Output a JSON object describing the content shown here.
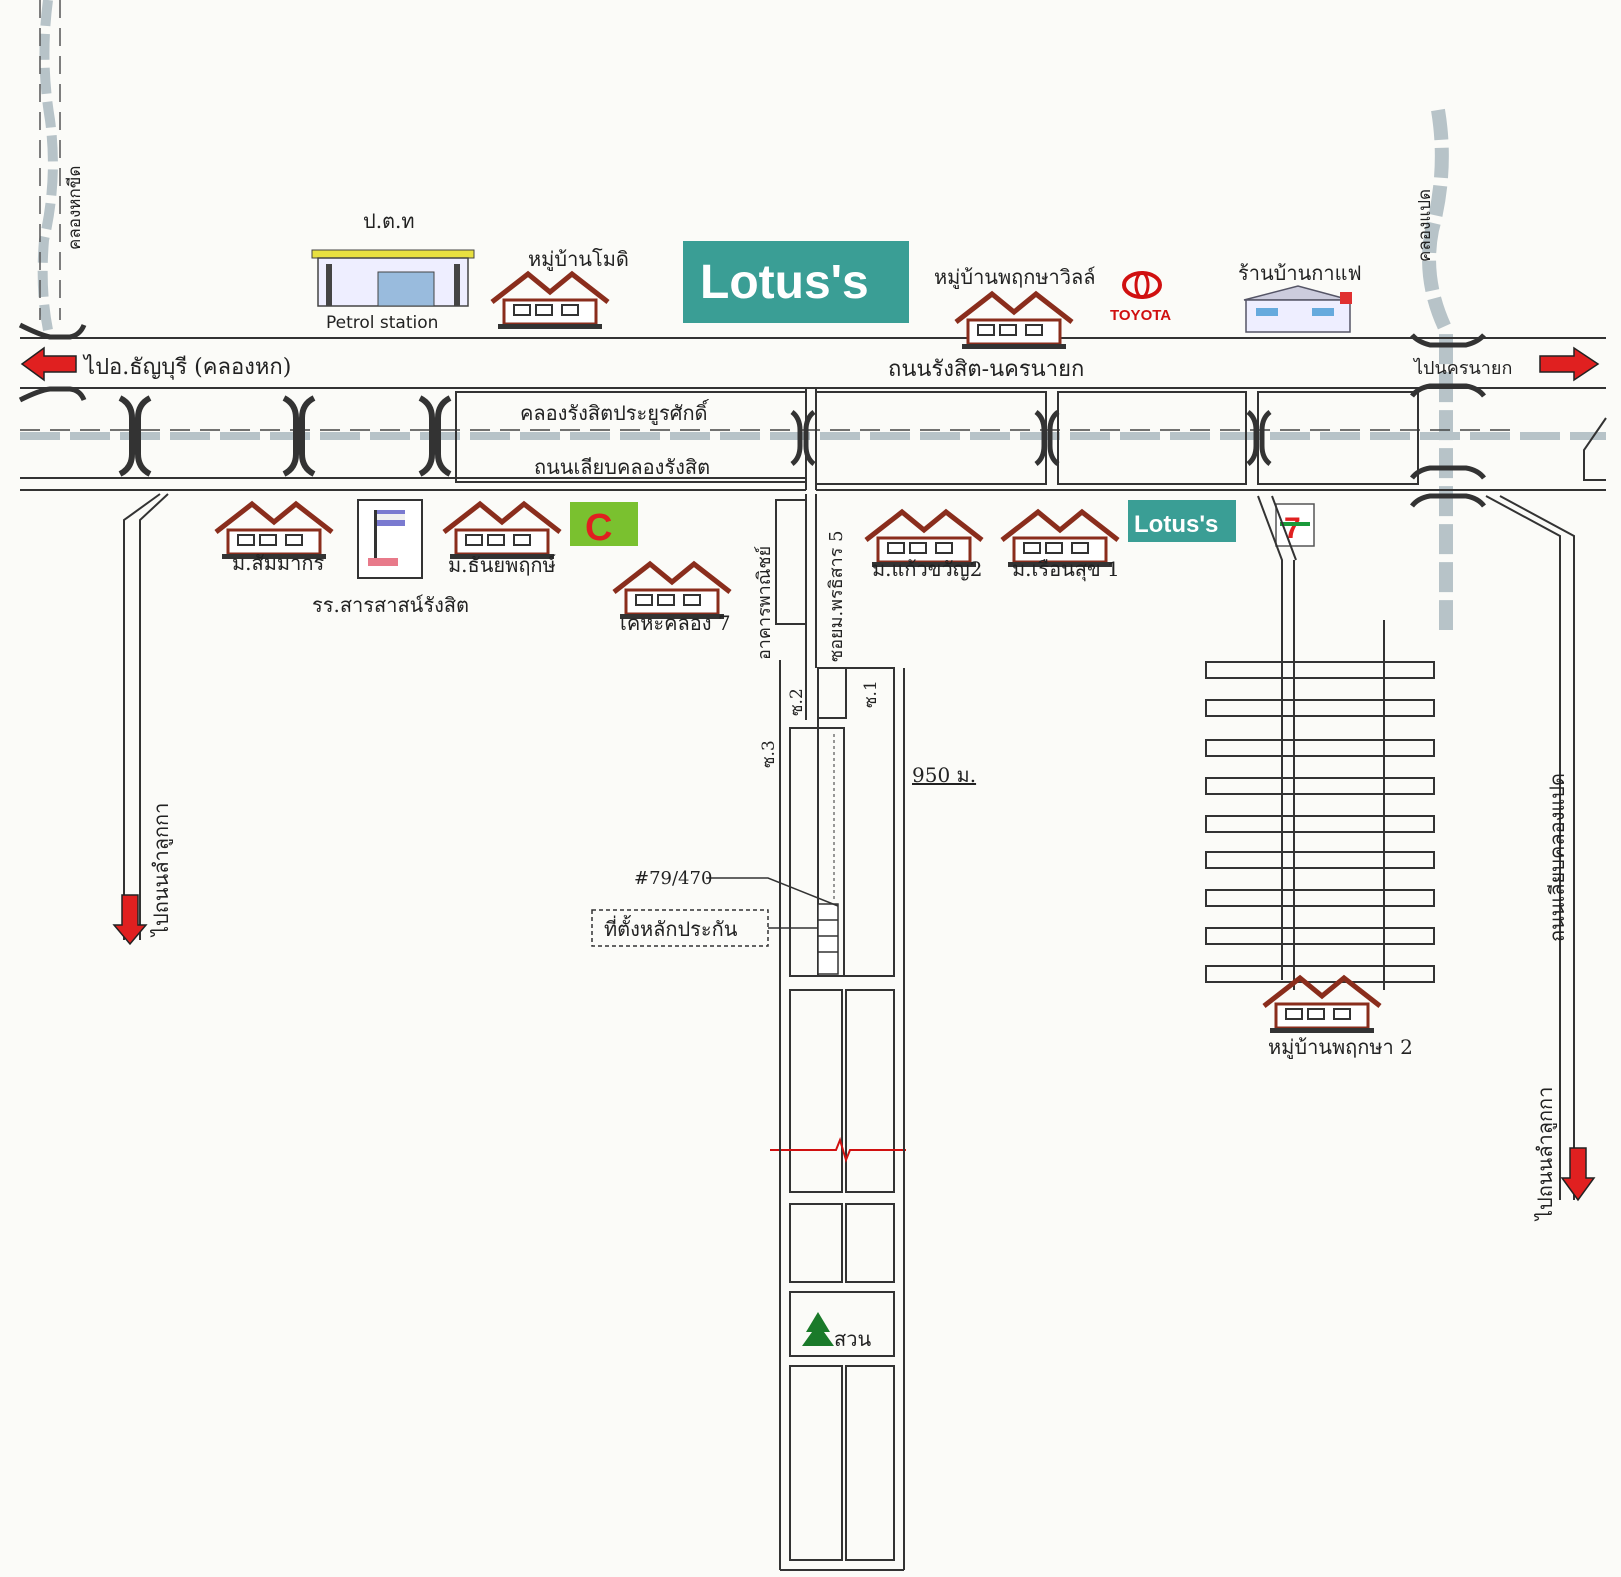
{
  "colors": {
    "arrow": "#e02020",
    "canal": "#b7c3c8",
    "house_roof": "#8a2d1c",
    "lotus_bg": "#3a9e95",
    "lotus_accent": "#f2b632",
    "bigc_bg": "#7ac12f"
  },
  "labels": {
    "canal_left": "คลองหกขีด",
    "canal_right": "คลองแปด",
    "petrol_top": "ป.ต.ท",
    "petrol_bottom": "Petrol station",
    "village_modi": "หมู่บ้านโมดิ",
    "lotus_big": "Lotus's",
    "village_pruksa_ville": "หมู่บ้านพฤกษาวิลล์",
    "toyota": "TOYOTA",
    "coffee_shop": "ร้านบ้านกาแฟ",
    "to_thanyaburi": "ไปอ.ธัญบุรี (คลองหก)",
    "main_road": "ถนนรังสิต-นครนายก",
    "to_nakhonnayok": "ไปนครนายก",
    "canal_rangsit": "คลองรังสิตประยูรศักดิ์",
    "side_road": "ถนนเลียบคลองรังสิต",
    "v_sammakorn": "ม.สัมมากร",
    "school": "รร.สารสาสน์รังสิต",
    "v_thanya": "ม.ธันยพฤกษ์",
    "bigc": "C",
    "kheha": "เคหะคลอง 7",
    "commercial_bldg": "อาคารพาณิชย์",
    "soi_main": "ซอยม.พรธิสาร 5",
    "v_kaewkwan": "ม.แก้วขวัญ2",
    "v_rueansuk": "ม.เรือนสุข 1",
    "lotus_small": "Lotus's",
    "seven_eleven": "7",
    "soi2": "ซ.2",
    "soi1": "ซ.1",
    "soi3": "ซ.3",
    "distance": "950 ม.",
    "address_no": "#79/470",
    "collateral": "ที่ตั้งหลักประกัน",
    "park": "สวน",
    "to_lamlukka_left": "ไปถนนลำลูกกา",
    "road_khlong8": "ถนนเลียบคลองแปด",
    "to_lamlukka_right": "ไปถนนลำลูกกา",
    "v_pruksa2": "หมู่บ้านพฤกษา 2"
  }
}
